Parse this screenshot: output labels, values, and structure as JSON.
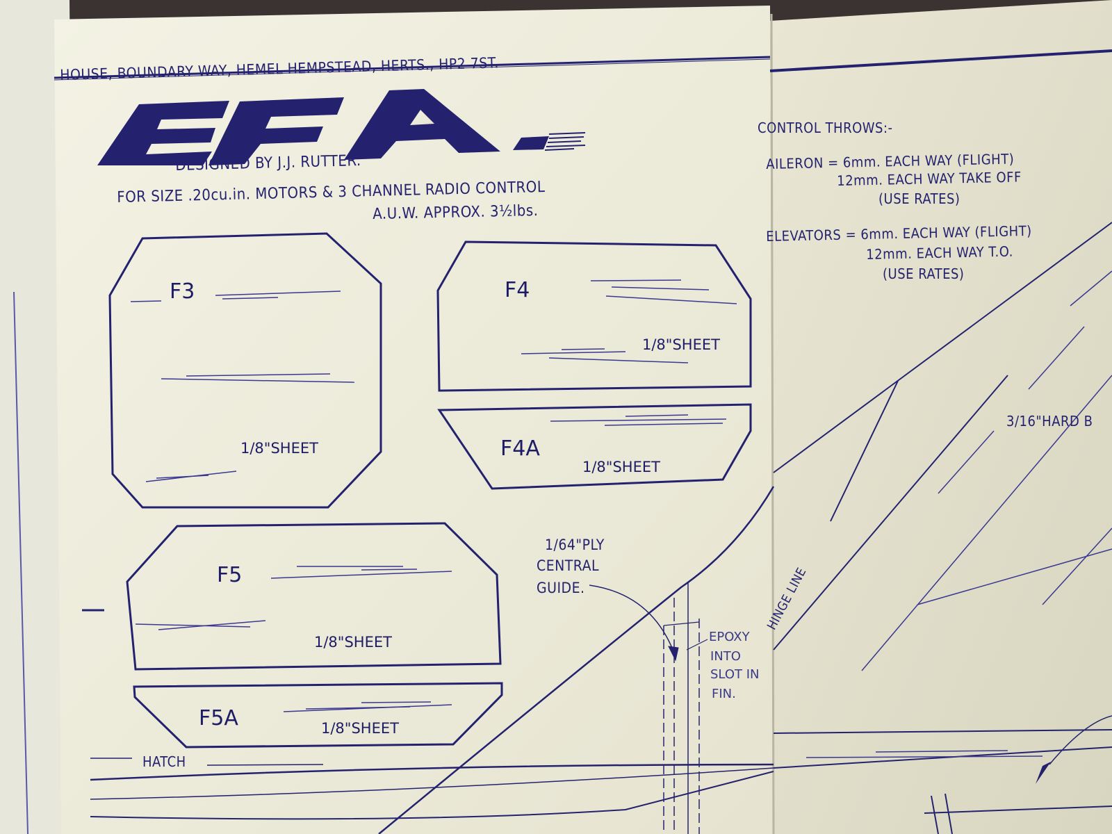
{
  "header": {
    "address": "HOUSE, BOUNDARY WAY, HEMEL HEMPSTEAD, HERTS., HP2 7ST.",
    "logo": "EFA",
    "designer": "DESIGNED BY J.J. RUTTER.",
    "spec_line1": "FOR SIZE .20cu.in. MOTORS & 3 CHANNEL RADIO CONTROL",
    "spec_line2": "A.U.W. APPROX. 3½lbs."
  },
  "parts": [
    {
      "id": "F3",
      "material": "1/8\"SHEET"
    },
    {
      "id": "F4",
      "material": "1/8\"SHEET"
    },
    {
      "id": "F4A",
      "material": "1/8\"SHEET"
    },
    {
      "id": "F5",
      "material": "1/8\"SHEET"
    },
    {
      "id": "F5A",
      "material": "1/8\"SHEET"
    }
  ],
  "hatch_label": "HATCH",
  "guide_note": [
    "1/64\"PLY",
    "CENTRAL",
    "GUIDE."
  ],
  "epoxy_note": [
    "EPOXY",
    "INTO",
    "SLOT IN",
    "FIN."
  ],
  "control_throws": {
    "title": "CONTROL THROWS:-",
    "aileron_line1": "AILERON = 6mm. EACH WAY (FLIGHT)",
    "aileron_line2": "12mm. EACH WAY TAKE OFF",
    "aileron_line3": "(USE RATES)",
    "elevator_line1": "ELEVATORS = 6mm. EACH WAY (FLIGHT)",
    "elevator_line2": "12mm. EACH WAY T.O.",
    "elevator_line3": "(USE RATES)"
  },
  "hinge_line_label": "HINGE LINE",
  "hard_balsa_label": "3/16\"HARD B",
  "colors": {
    "ink": "#24226f",
    "paper": "#efeedd",
    "background": "#3a3534"
  }
}
